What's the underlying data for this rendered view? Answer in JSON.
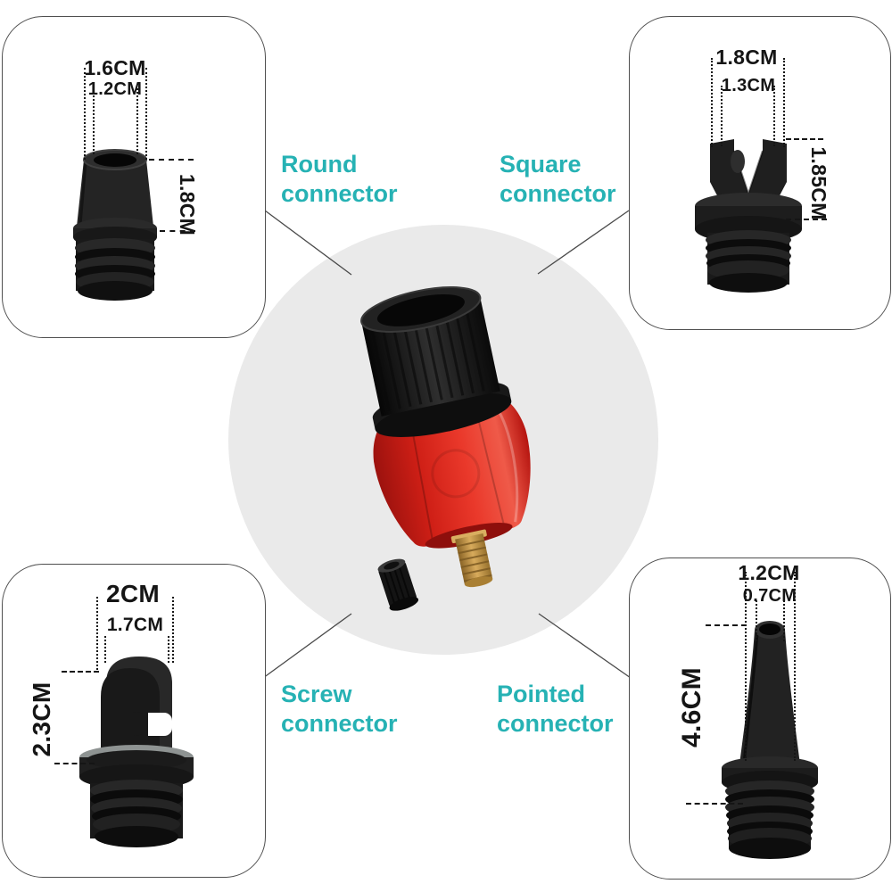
{
  "colors": {
    "label_teal": "#26b2b4",
    "dim_text": "#151515",
    "panel_border": "#4f4f4f",
    "leader_line": "#4a4a4a",
    "circle_bg": "#eaeaea",
    "adapter_red": "#e2271c",
    "adapter_black": "#1b1b1b",
    "adapter_brass": "#c8964a"
  },
  "center_product": {
    "description": "valve adapter with black knurled cap, red faceted body, brass threaded stem and loose black valve cap"
  },
  "panels": [
    {
      "id": "round",
      "label_line1": "Round",
      "label_line2": "connector",
      "dim_outer": "1.6CM",
      "dim_inner": "1.2CM",
      "dim_height": "1.8CM"
    },
    {
      "id": "square",
      "label_line1": "Square",
      "label_line2": "connector",
      "dim_outer": "1.8CM",
      "dim_inner": "1.3CM",
      "dim_height": "1.85CM"
    },
    {
      "id": "screw",
      "label_line1": "Screw",
      "label_line2": "connector",
      "dim_outer": "2CM",
      "dim_inner": "1.7CM",
      "dim_height": "2.3CM"
    },
    {
      "id": "pointed",
      "label_line1": "Pointed",
      "label_line2": "connector",
      "dim_outer": "1.2CM",
      "dim_inner": "0.7CM",
      "dim_height": "4.6CM"
    }
  ]
}
